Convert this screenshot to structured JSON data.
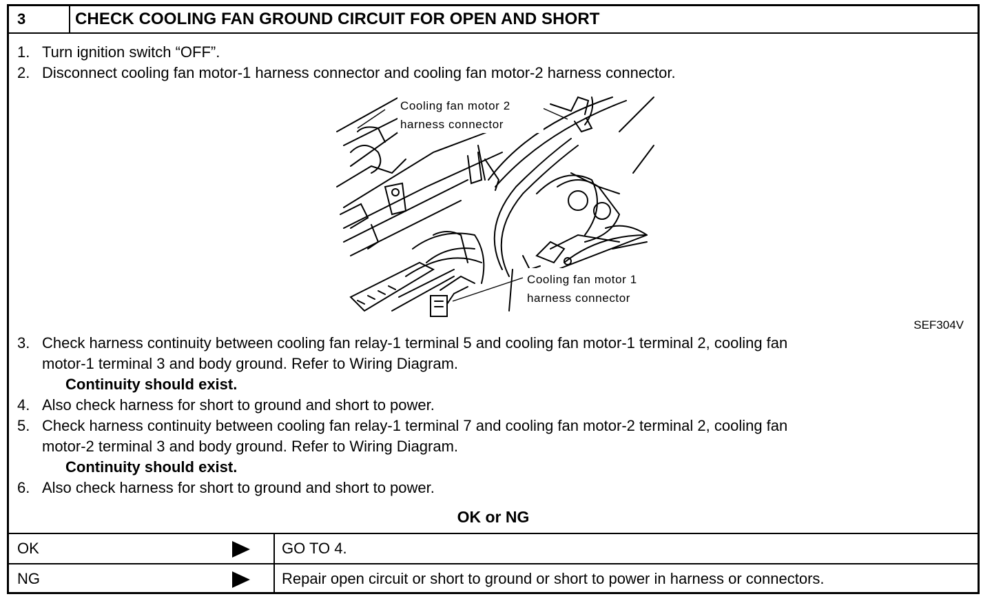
{
  "step": {
    "number": "3",
    "title": "CHECK COOLING FAN GROUND CIRCUIT FOR OPEN AND SHORT"
  },
  "procedure": {
    "s1": {
      "num": "1.",
      "text": "Turn ignition switch “OFF”."
    },
    "s2": {
      "num": "2.",
      "text": "Disconnect cooling fan motor-1 harness connector and cooling fan motor-2 harness connector."
    },
    "s3": {
      "num": "3.",
      "line1": "Check harness continuity between cooling fan relay-1 terminal 5 and cooling fan motor-1 terminal 2, cooling fan",
      "line2": "motor-1 terminal 3 and body ground. Refer to Wiring Diagram.",
      "note": "Continuity should exist."
    },
    "s4": {
      "num": "4.",
      "text": "Also check harness for short to ground and short to power."
    },
    "s5": {
      "num": "5.",
      "line1": "Check harness continuity between cooling fan relay-1 terminal 7 and cooling fan motor-2 terminal 2, cooling fan",
      "line2": "motor-2 terminal 3 and body ground. Refer to Wiring Diagram.",
      "note": "Continuity should exist."
    },
    "s6": {
      "num": "6.",
      "text": "Also check harness for short to ground and short to power."
    }
  },
  "figure": {
    "label_motor2_l1": "Cooling fan motor 2",
    "label_motor2_l2": "harness connector",
    "label_motor1_l1": "Cooling fan motor 1",
    "label_motor1_l2": "harness connector",
    "code": "SEF304V"
  },
  "result": {
    "heading": "OK or NG",
    "ok": {
      "label": "OK",
      "action": "GO TO 4."
    },
    "ng": {
      "label": "NG",
      "action": "Repair open circuit or short to ground or short to power in harness or connectors."
    }
  }
}
